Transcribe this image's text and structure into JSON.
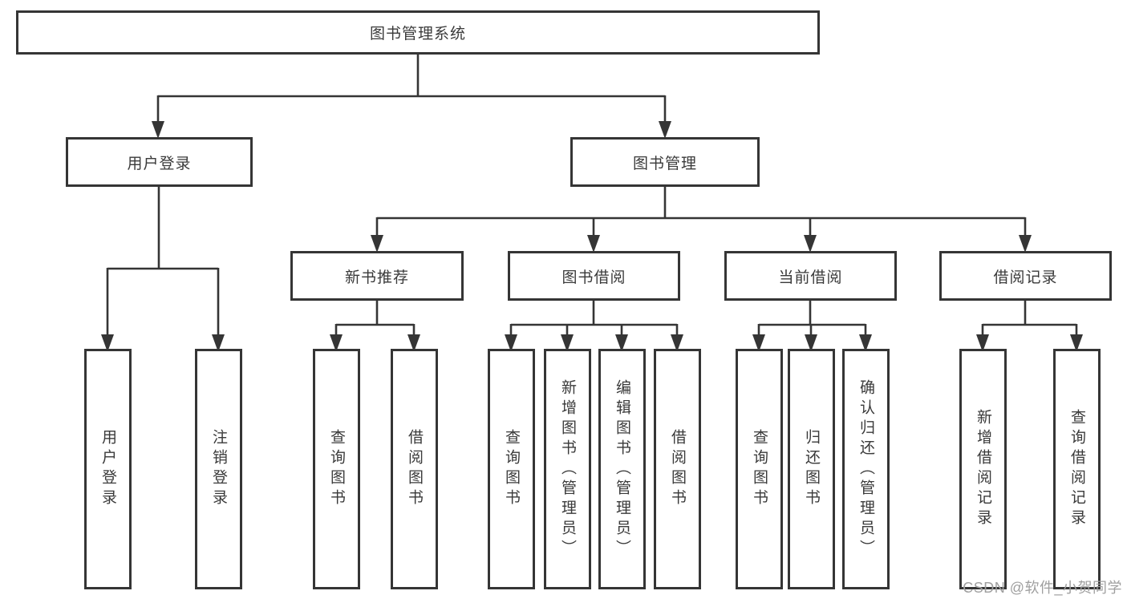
{
  "diagram": {
    "root": {
      "label": "图书管理系统"
    },
    "level2": [
      {
        "label": "用户登录"
      },
      {
        "label": "图书管理"
      }
    ],
    "level3": [
      {
        "label": "新书推荐"
      },
      {
        "label": "图书借阅"
      },
      {
        "label": "当前借阅"
      },
      {
        "label": "借阅记录"
      }
    ],
    "leaves": {
      "user_login": [
        "用户登录",
        "注销登录"
      ],
      "new_book": [
        "查询图书",
        "借阅图书"
      ],
      "book_borrow": [
        "查询图书",
        "新增图书（管理员）",
        "编辑图书（管理员）",
        "借阅图书"
      ],
      "current_borrow": [
        "查询图书",
        "归还图书",
        "确认归还（管理员）"
      ],
      "borrow_record": [
        "新增借阅记录",
        "查询借阅记录"
      ]
    }
  },
  "watermark": {
    "text": "CSDN @软件_小贺同学"
  },
  "colors": {
    "line": "#353535",
    "text": "#3a3a3a",
    "watermark": "#9f9f9f",
    "background": "#ffffff"
  }
}
